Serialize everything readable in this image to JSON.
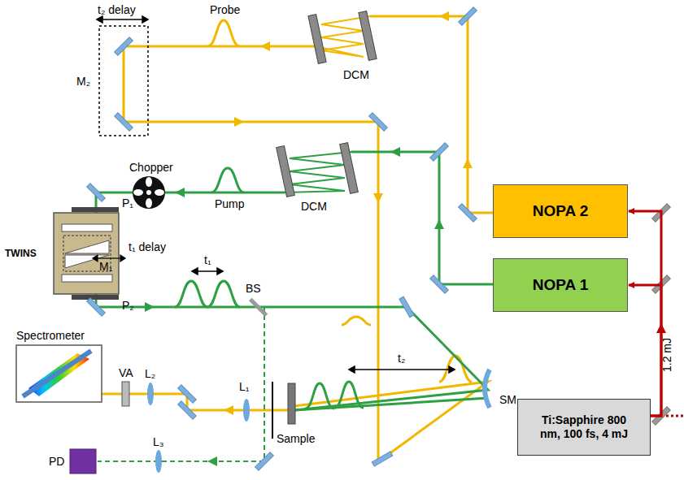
{
  "diagram": {
    "nodes": [
      {
        "text": [
          "NOPA 2"
        ]
      },
      {
        "text": [
          "NOPA 1"
        ]
      },
      {
        "text": [
          "Ti:Sapphire 800 nm, 100 fs, 4 mJ"
        ]
      },
      {
        "text": [
          "TWINS"
        ]
      }
    ],
    "edges": [
      {
        "from": 2,
        "to": 1,
        "arrow": "to"
      },
      {
        "from": 2,
        "to": 0,
        "arrow": "to"
      }
    ],
    "labels": [
      "t₂ delay",
      "Probe",
      "DCM",
      "M₂",
      "Chopper",
      "Pump",
      "DCM",
      "P₁",
      "t₁ delay",
      "M₁",
      "P₂",
      "t₁",
      "BS",
      "t₂",
      "SM",
      "L₁",
      "L₂",
      "VA",
      "Sample",
      "Spectrometer",
      "PD",
      "L₃",
      "1.2 mJ"
    ]
  }
}
